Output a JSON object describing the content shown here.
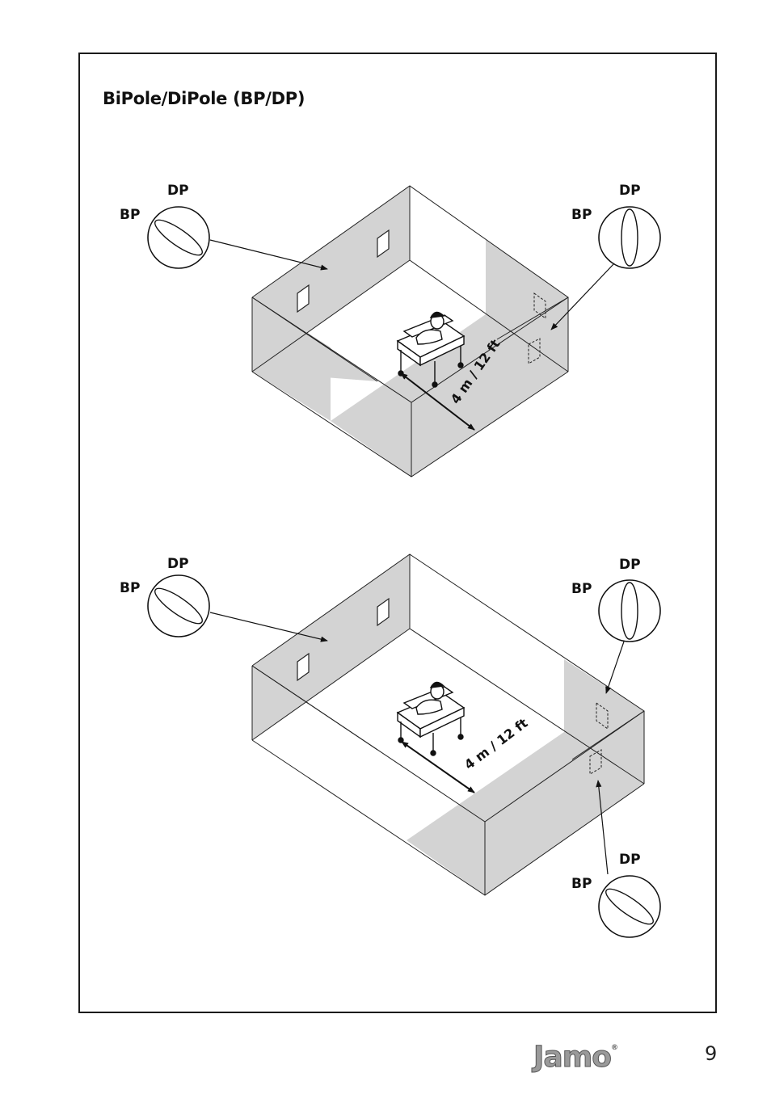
{
  "title": "BiPole/DiPole (BP/DP)",
  "labels": {
    "dp": "DP",
    "bp": "BP"
  },
  "distance_label": "4 m / 12 ft",
  "brand": "Jamo",
  "brand_mark": "®",
  "page_number": "9",
  "colors": {
    "wall_shade": "#d3d3d3",
    "line": "#222222"
  }
}
